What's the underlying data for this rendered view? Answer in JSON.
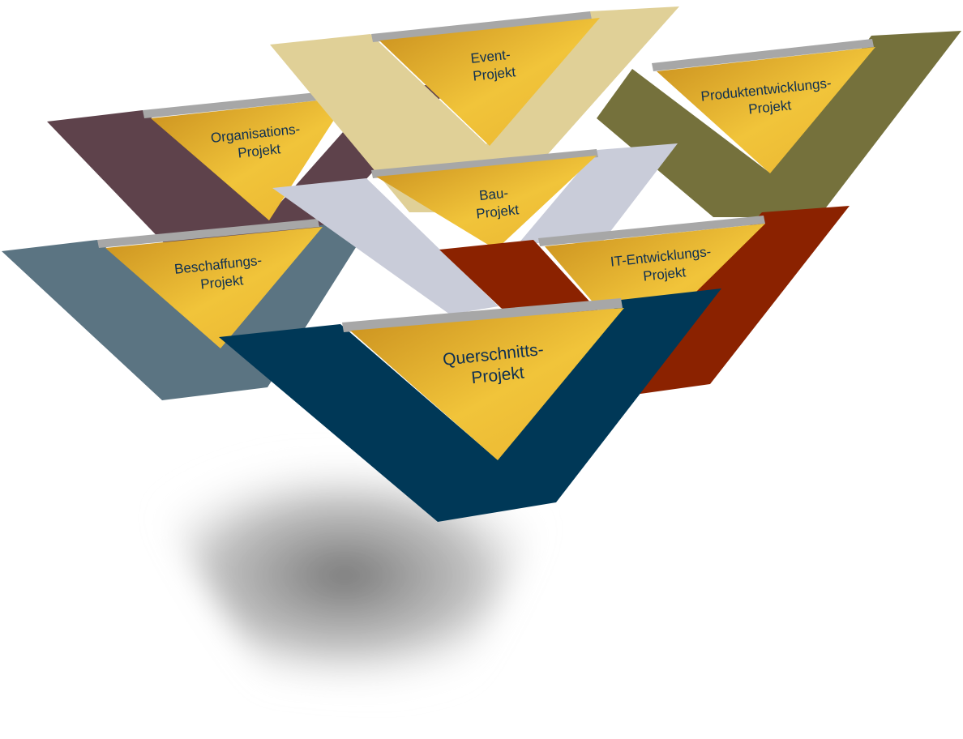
{
  "colors": {
    "background": "#ffffff",
    "label_text": "#0d2f52",
    "gold_light": "#f1c43a",
    "gold_dark": "#c98f1e",
    "top_edge_gray": "#a7a7a7"
  },
  "modules": [
    {
      "id": "organisations",
      "line1": "Organisations-",
      "line2": "Projekt",
      "band_color": "#5e424b"
    },
    {
      "id": "event",
      "line1": "Event-",
      "line2": "Projekt",
      "band_color": "#e0d097"
    },
    {
      "id": "produktentwicklung",
      "line1": "Produktentwicklungs-",
      "line2": "Projekt",
      "band_color": "#75713c"
    },
    {
      "id": "beschaffung",
      "line1": "Beschaffungs-",
      "line2": "Projekt",
      "band_color": "#5b7482"
    },
    {
      "id": "bau",
      "line1": "Bau-",
      "line2": "Projekt",
      "band_color": "#c9ccd9"
    },
    {
      "id": "it-entwicklung",
      "line1": "IT-Entwicklungs-",
      "line2": "Projekt",
      "band_color": "#8b2200"
    },
    {
      "id": "querschnitt",
      "line1": "Querschnitts-",
      "line2": "Projekt",
      "band_color": "#003857"
    }
  ]
}
